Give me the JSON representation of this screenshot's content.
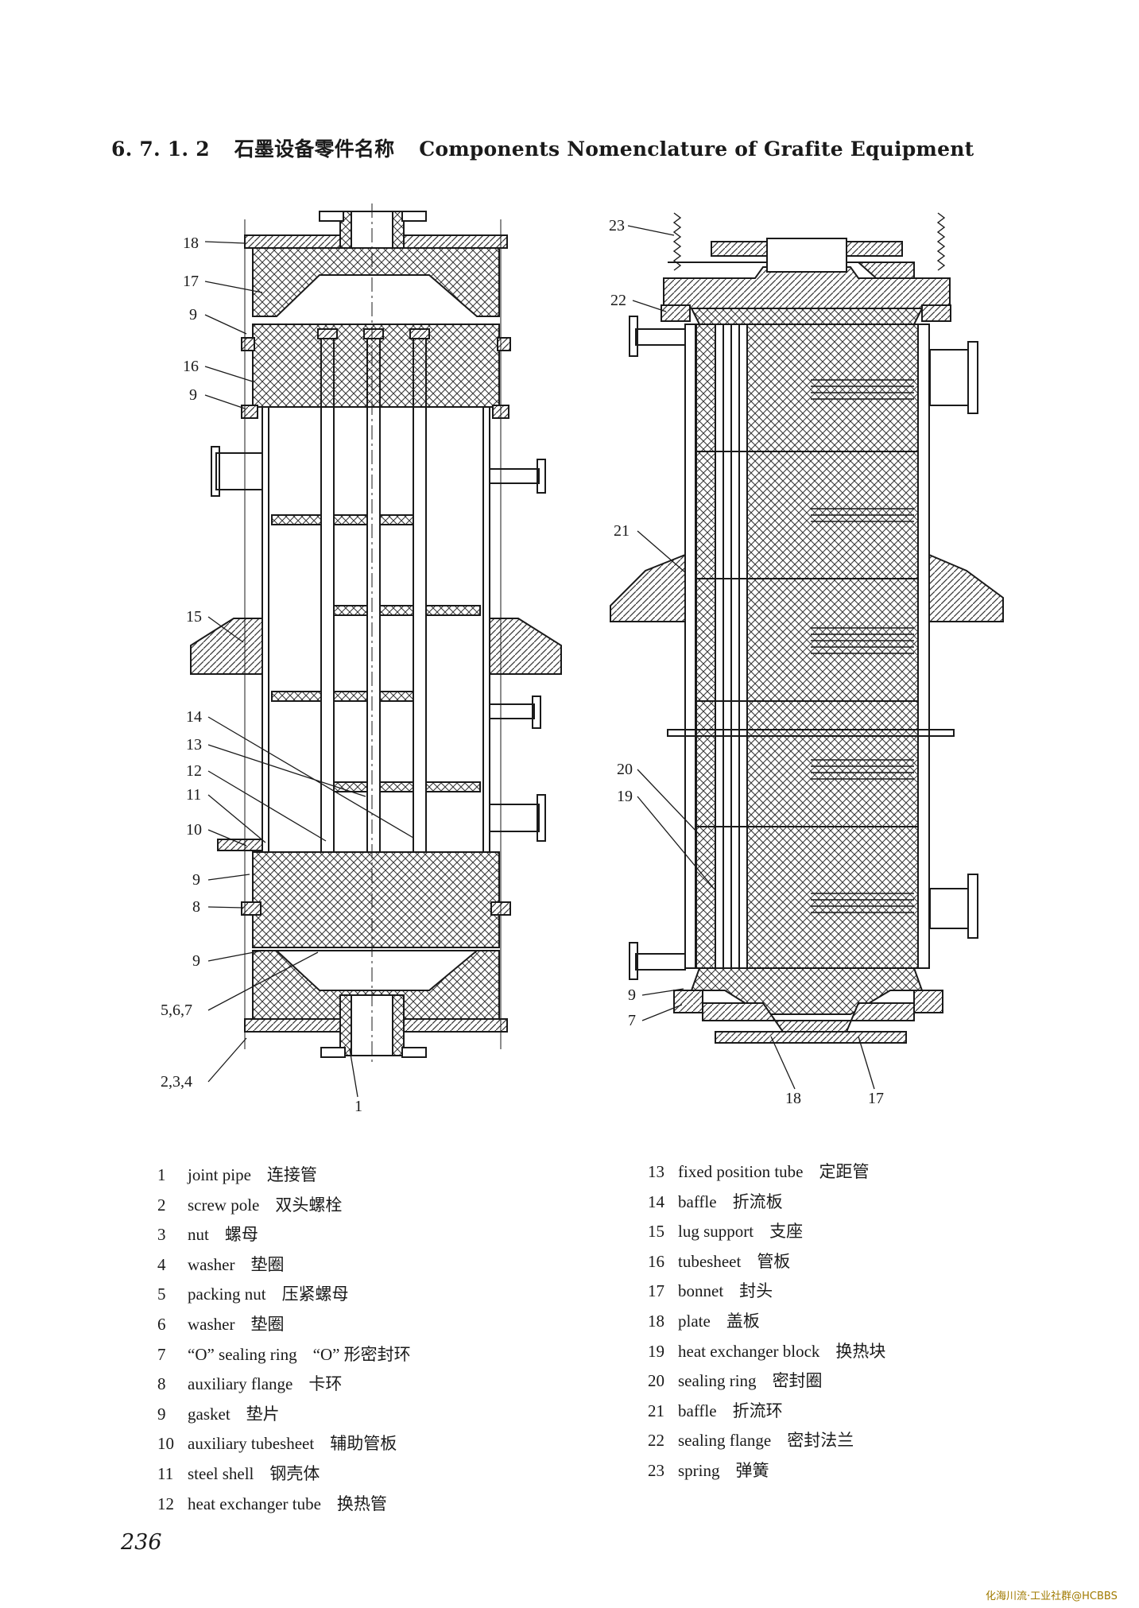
{
  "heading": {
    "number": "6. 7. 1. 2",
    "title_cn": "石墨设备零件名称",
    "title_en": "Components Nomenclature of Grafite Equipment"
  },
  "callouts_left": [
    "18",
    "17",
    "9",
    "16",
    "9",
    "15",
    "14",
    "13",
    "12",
    "11",
    "10",
    "9",
    "8",
    "9",
    "5,6,7",
    "2,3,4",
    "1"
  ],
  "callouts_right": [
    "23",
    "22",
    "21",
    "20",
    "19",
    "9",
    "7",
    "18",
    "17"
  ],
  "legend": [
    {
      "num": "1",
      "en": "joint pipe",
      "cn": "连接管"
    },
    {
      "num": "2",
      "en": "screw pole",
      "cn": "双头螺栓"
    },
    {
      "num": "3",
      "en": "nut",
      "cn": "螺母"
    },
    {
      "num": "4",
      "en": "washer",
      "cn": "垫圈"
    },
    {
      "num": "5",
      "en": "packing nut",
      "cn": "压紧螺母"
    },
    {
      "num": "6",
      "en": "washer",
      "cn": "垫圈"
    },
    {
      "num": "7",
      "en": "“O” sealing ring",
      "cn": "“O” 形密封环"
    },
    {
      "num": "8",
      "en": "auxiliary flange",
      "cn": "卡环"
    },
    {
      "num": "9",
      "en": "gasket",
      "cn": "垫片"
    },
    {
      "num": "10",
      "en": "auxiliary tubesheet",
      "cn": "辅助管板"
    },
    {
      "num": "11",
      "en": "steel shell",
      "cn": "钢壳体"
    },
    {
      "num": "12",
      "en": "heat exchanger tube",
      "cn": "换热管"
    },
    {
      "num": "13",
      "en": "fixed position tube",
      "cn": "定距管"
    },
    {
      "num": "14",
      "en": "baffle",
      "cn": "折流板"
    },
    {
      "num": "15",
      "en": "lug support",
      "cn": "支座"
    },
    {
      "num": "16",
      "en": "tubesheet",
      "cn": "管板"
    },
    {
      "num": "17",
      "en": "bonnet",
      "cn": "封头"
    },
    {
      "num": "18",
      "en": "plate",
      "cn": "盖板"
    },
    {
      "num": "19",
      "en": "heat exchanger block",
      "cn": "换热块"
    },
    {
      "num": "20",
      "en": "sealing ring",
      "cn": "密封圈"
    },
    {
      "num": "21",
      "en": "baffle",
      "cn": "折流环"
    },
    {
      "num": "22",
      "en": "sealing flange",
      "cn": "密封法兰"
    },
    {
      "num": "23",
      "en": "spring",
      "cn": "弹簧"
    }
  ],
  "page_number": "236",
  "watermark": "化海川流·工业社群@HCBBS"
}
